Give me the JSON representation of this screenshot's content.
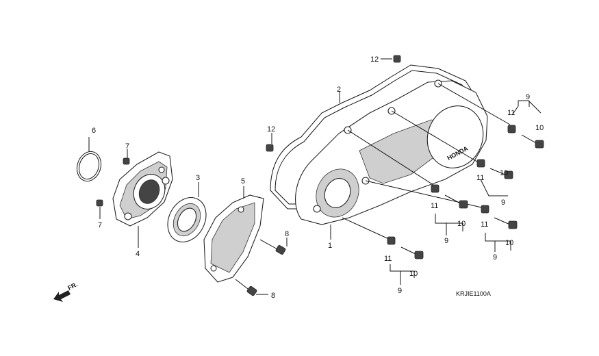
{
  "diagram": {
    "brand": "HONDA",
    "code": "KRJIE1100A",
    "direction": "FR.",
    "labels": {
      "p1": "1",
      "p2": "2",
      "p3": "3",
      "p4": "4",
      "p5": "5",
      "p6": "6",
      "p7a": "7",
      "p7b": "7",
      "p8a": "8",
      "p8b": "8",
      "p9a": "9",
      "p9b": "9",
      "p9c": "9",
      "p9d": "9",
      "p9e": "9",
      "p10a": "10",
      "p10b": "10",
      "p10c": "10",
      "p10d": "10",
      "p10e": "10",
      "p11a": "11",
      "p11b": "11",
      "p11c": "11",
      "p11d": "11",
      "p11e": "11",
      "p12a": "12",
      "p12b": "12"
    }
  }
}
